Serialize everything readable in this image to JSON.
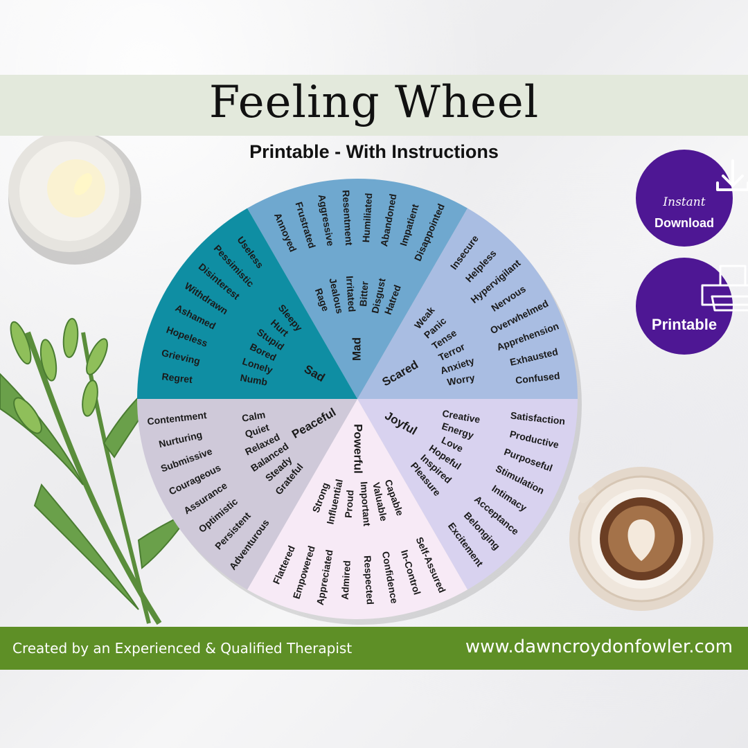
{
  "title": "Feeling Wheel",
  "subtitle": "Printable - With Instructions",
  "badges": {
    "download": {
      "line1": "Instant",
      "line2": "Download",
      "icon": "download-icon",
      "color": "#4e1794"
    },
    "print": {
      "label": "Printable",
      "icon": "printer-icon",
      "color": "#4e1794"
    }
  },
  "footer": {
    "left": "Created by an Experienced & Qualified Therapist",
    "right": "www.dawncroydonfowler.com",
    "color": "#5e8f26"
  },
  "wheel": {
    "sectors": [
      {
        "name": "Mad",
        "color": "#6fa8cf",
        "inner": [
          "Rage",
          "Jealous",
          "Irritated",
          "Bitter",
          "Disgust",
          "Hatred"
        ],
        "outer": [
          "Annoyed",
          "Frustrated",
          "Aggressive",
          "Resentment",
          "Humiliated",
          "Abandoned",
          "Impatient",
          "Disappointed"
        ]
      },
      {
        "name": "Scared",
        "color": "#a9bde2",
        "inner": [
          "Weak",
          "Panic",
          "Tense",
          "Terror",
          "Anxiety",
          "Worry"
        ],
        "outer": [
          "Insecure",
          "Helpless",
          "Hypervigilant",
          "Nervous",
          "Overwhelmed",
          "Apprehension",
          "Exhausted",
          "Confused"
        ]
      },
      {
        "name": "Joyful",
        "color": "#d8d2ef",
        "inner": [
          "Creative",
          "Energy",
          "Love",
          "Hopeful",
          "Inspired",
          "Pleasure"
        ],
        "outer": [
          "Satisfaction",
          "Productive",
          "Purposeful",
          "Stimulation",
          "Intimacy",
          "Acceptance",
          "Belonging",
          "Excitement"
        ]
      },
      {
        "name": "Powerful",
        "color": "#f7eaf6",
        "inner": [
          "Capable",
          "Valuable",
          "Important",
          "Proud",
          "Influential",
          "Strong"
        ],
        "outer": [
          "Self-Assured",
          "In-Control",
          "Confidence",
          "Respected",
          "Admired",
          "Appreciated",
          "Empowered",
          "Flattered"
        ]
      },
      {
        "name": "Peaceful",
        "color": "#cfc9d9",
        "inner": [
          "Grateful",
          "Steady",
          "Balanced",
          "Relaxed",
          "Quiet",
          "Calm"
        ],
        "outer": [
          "Adventurous",
          "Persistent",
          "Optimistic",
          "Assurance",
          "Courageous",
          "Submissive",
          "Nurturing",
          "Contentment"
        ]
      },
      {
        "name": "Sad",
        "color": "#0f8ea3",
        "inner": [
          "Numb",
          "Lonely",
          "Bored",
          "Stupid",
          "Hurt",
          "Sleepy"
        ],
        "outer": [
          "Regret",
          "Grieving",
          "Hopeless",
          "Ashamed",
          "Withdrawn",
          "Disinterest",
          "Pessimistic",
          "Useless"
        ]
      }
    ]
  }
}
